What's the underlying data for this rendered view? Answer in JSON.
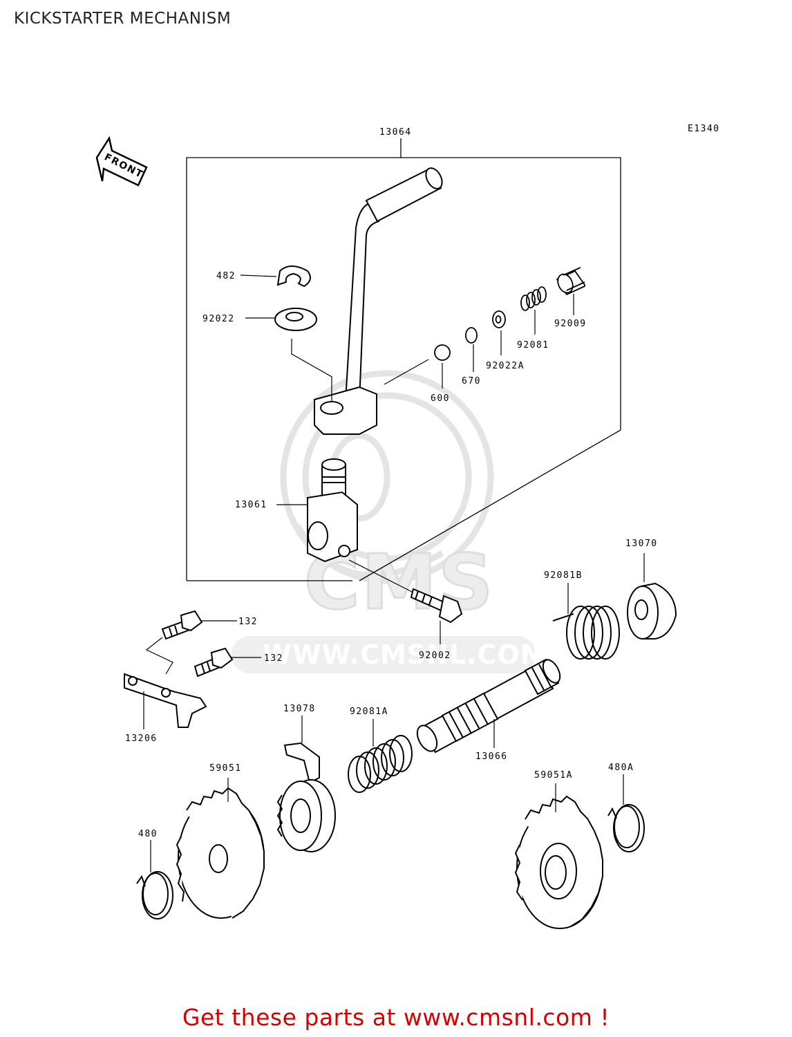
{
  "page": {
    "title": "KICKSTARTER MECHANISM"
  },
  "diagram": {
    "code": "E1340",
    "front_label": "FRONT",
    "watermark_brand": "CMS",
    "watermark_url": "WWW.CMSNL.COM",
    "parts": {
      "p13064": "13064",
      "p482": "482",
      "p92022": "92022",
      "p600": "600",
      "p670": "670",
      "p92022A": "92022A",
      "p92081": "92081",
      "p92009": "92009",
      "p13061": "13061",
      "p13070": "13070",
      "p92081B": "92081B",
      "p132a": "132",
      "p132b": "132",
      "p92002": "92002",
      "p13206": "13206",
      "p13078": "13078",
      "p92081A": "92081A",
      "p13066": "13066",
      "p59051": "59051",
      "p59051A": "59051A",
      "p480A": "480A",
      "p480": "480"
    }
  },
  "banner": {
    "text": "Get these parts at www.cmsnl.com !"
  }
}
